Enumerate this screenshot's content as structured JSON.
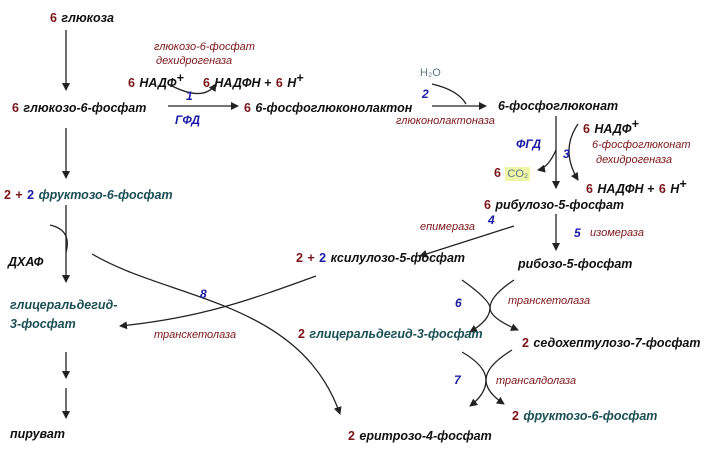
{
  "diagram": {
    "nodes": {
      "glucose": {
        "coef": "6",
        "label": "глюкоза"
      },
      "g6p": {
        "coef": "6",
        "label": "глюкозо-6-фосфат"
      },
      "f6p_left": {
        "coef_a": "2",
        "plus": "+",
        "coef_b": "2",
        "label": "фруктозо-6-фосфат"
      },
      "dhap": {
        "label": "ДХАФ"
      },
      "gap_left_line1": {
        "label": "глицеральдегид-"
      },
      "gap_left_line2": {
        "label": "3-фосфат"
      },
      "pyruvate": {
        "label": "пируват"
      },
      "phosphogluconolactone": {
        "coef": "6",
        "label": "6-фосфоглюконолактон"
      },
      "phosphogluconate": {
        "label": "6-фосфоглюконат"
      },
      "ribulose5p": {
        "coef": "6",
        "label": "рибулозо-5-фосфат"
      },
      "xylulose5p": {
        "coef_a": "2",
        "plus": "+",
        "coef_b": "2",
        "label": "ксилулозо-5-фосфат"
      },
      "ribose5p": {
        "label": "рибозо-5-фосфат"
      },
      "gap_right": {
        "coef": "2",
        "label": "глицеральдегид-3-фосфат"
      },
      "sedoheptulose7p": {
        "coef": "2",
        "label": "седохептулозо-7-фосфат"
      },
      "f6p_right": {
        "coef": "2",
        "label": "фруктозо-6-фосфат"
      },
      "erythrose4p": {
        "coef": "2",
        "label": "еритрозо-4-фосфат"
      }
    },
    "cofactors": {
      "nadp_1": {
        "coef": "6",
        "label": "НАДФ",
        "sup": "+"
      },
      "nadph_1": {
        "coef": "6",
        "label": "НАДФН +",
        "coef2": "6",
        "label2": "Н",
        "sup": "+"
      },
      "nadp_3": {
        "coef": "6",
        "label": "НАДФ",
        "sup": "+"
      },
      "nadph_3": {
        "coef": "6",
        "label": "НАДФН +",
        "coef2": "6",
        "label2": "Н",
        "sup": "+"
      },
      "water": "H₂O",
      "co2": {
        "coef": "6",
        "label": "CO₂"
      }
    },
    "enzymes": {
      "g6pdh_line1": "глюкозо-6-фосфат",
      "g6pdh_line2": "дехидрогеназа",
      "g6pdh_abbr": "ГФД",
      "gluconolactonase": "глюконолактоназа",
      "pgdh_abbr": "ФГД",
      "pgdh_line1": "6-фосфоглюконат",
      "pgdh_line2": "дехидрогеназа",
      "epimerase": "епимераза",
      "isomerase": "изомераза",
      "transketolase_6": "транскетолаза",
      "transaldolase": "трансалдолаза",
      "transketolase_8": "транскетолаза"
    },
    "steps": [
      "1",
      "2",
      "3",
      "4",
      "5",
      "6",
      "7",
      "8"
    ]
  }
}
